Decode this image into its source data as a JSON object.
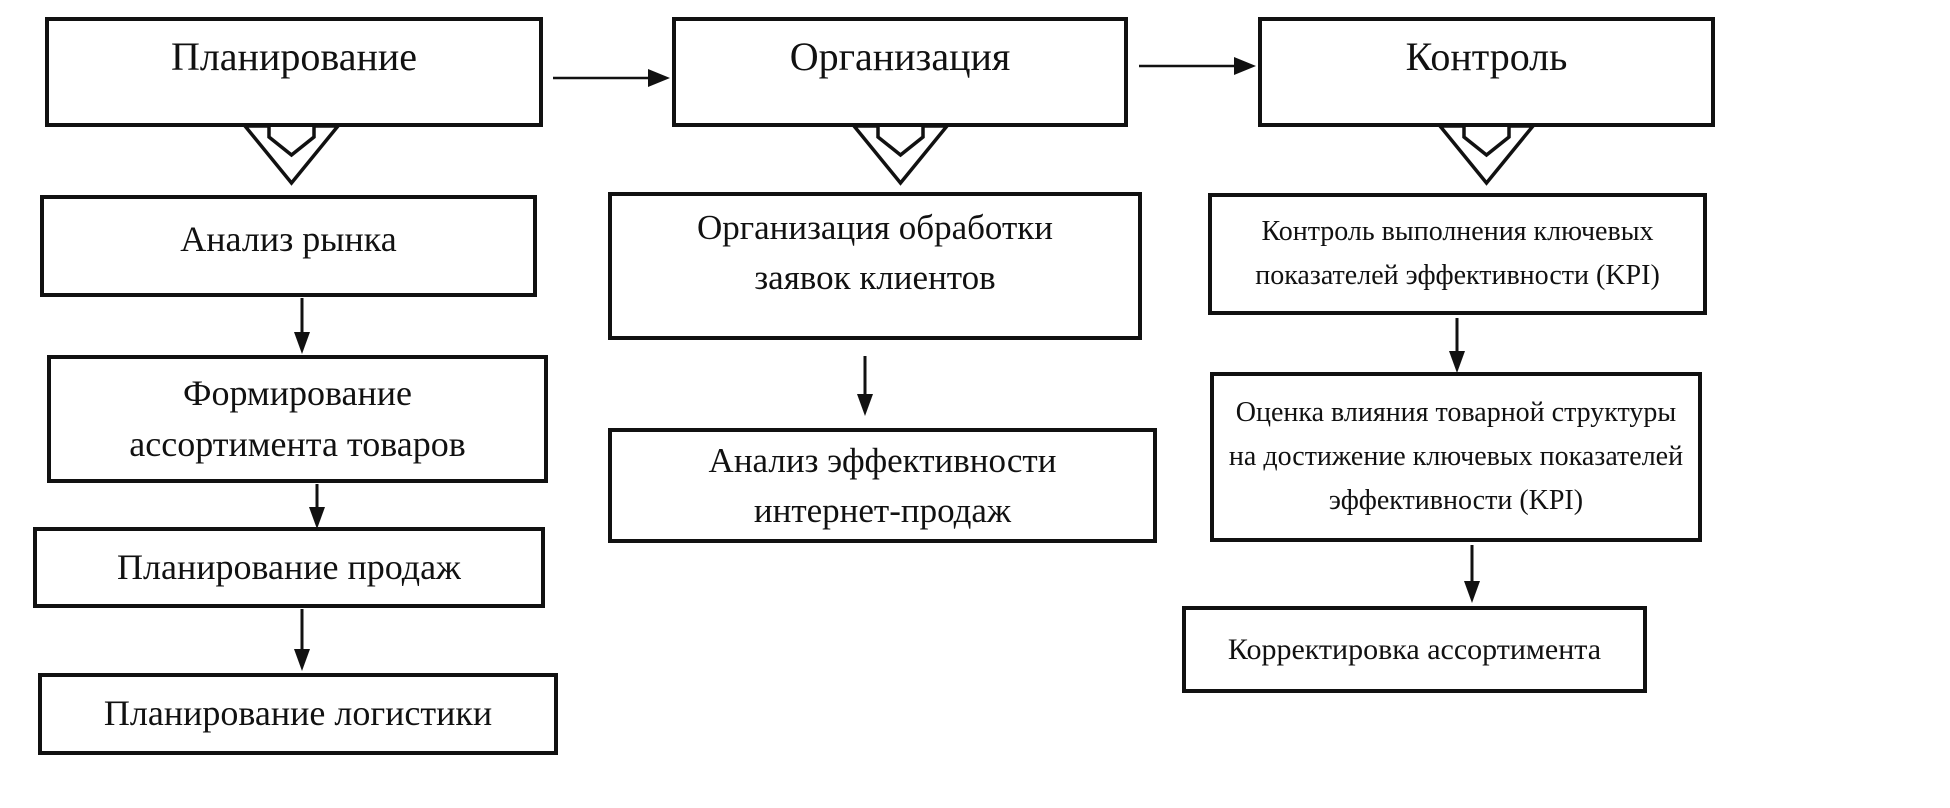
{
  "diagram": {
    "type": "flowchart",
    "language": "ru",
    "columns": [
      {
        "header": "Планирование",
        "steps": [
          "Анализ рынка",
          "Формирование\nассортимента товаров",
          "Планирование продаж",
          "Планирование логистики"
        ]
      },
      {
        "header": "Организация",
        "steps": [
          "Организация обработки\nзаявок клиентов",
          "Анализ эффективности\nинтернет-продаж"
        ]
      },
      {
        "header": "Контроль",
        "steps": [
          "Контроль выполнения ключевых\nпоказателей эффективности (KPI)",
          "Оценка влияния товарной структуры\nна достижение ключевых показателей\nэффективности (KPI)",
          "Корректировка ассортимента"
        ]
      }
    ],
    "icons": [
      "right-arrow-icon",
      "block-down-arrow-icon",
      "thin-down-arrow-icon"
    ],
    "colors": {
      "background": "#ffffff",
      "border": "#111111",
      "text": "#111111"
    }
  }
}
